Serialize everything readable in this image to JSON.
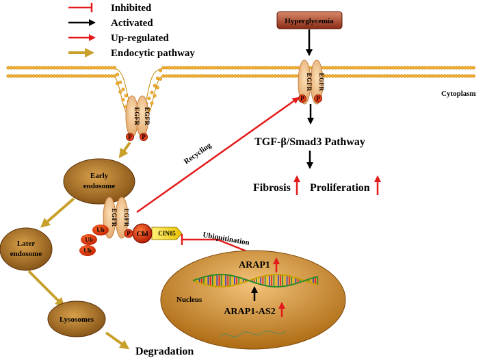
{
  "legend": {
    "inhibited": "Inhibited",
    "activated": "Activated",
    "upregulated": "Up-regulated",
    "endocytic": "Endocytic pathway"
  },
  "colors": {
    "membrane": "#f5b030",
    "receptor": "#f3c08a",
    "endosome": "#8a5a14",
    "nucleus": "#c47d10",
    "red": "#e41a1a",
    "gold": "#c8a02a",
    "black": "#000000"
  },
  "labels": {
    "hyperglycemia": "Hyperglycemia",
    "cytoplasm": "Cytoplasm",
    "egfr": "EGFR",
    "p": "P",
    "tgf": "TGF-β/Smad3 Pathway",
    "fibrosis": "Fibrosis",
    "proliferation": "Proliferation",
    "recycling": "Recycling",
    "early_endosome_1": "Early",
    "early_endosome_2": "endosome",
    "later_endosome_1": "Later",
    "later_endosome_2": "endosome",
    "lysosomes": "Lysosomes",
    "degradation": "Degradation",
    "ub": "Ub",
    "cbl": "Cbl",
    "cin85": "CIN85",
    "ubiquitination": "Ubiquitination",
    "arap1": "ARAP1",
    "arap1_as2": "ARAP1-AS2",
    "nucleus": "Nucleus"
  }
}
